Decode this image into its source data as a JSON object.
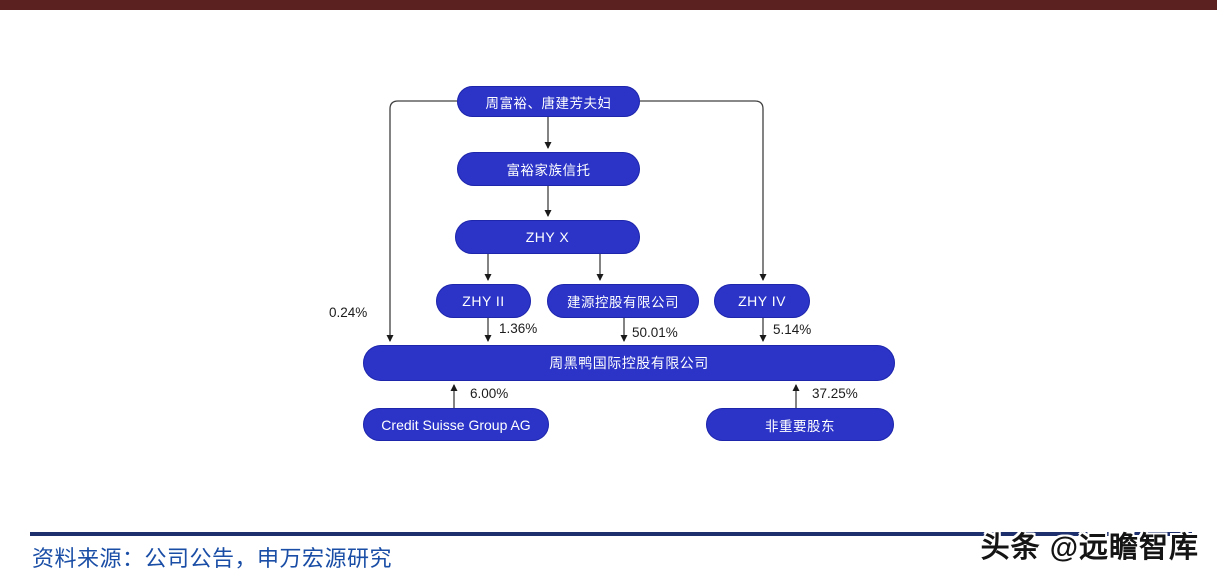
{
  "page": {
    "top_bar_color": "#5b2121",
    "background": "#ffffff"
  },
  "diagram": {
    "type": "org-structure",
    "node_color": "#2b34c7",
    "node_text_color": "#ffffff",
    "nodes": {
      "couple": "周富裕、唐建芳夫妇",
      "trust": "富裕家族信托",
      "zhyx": "ZHY X",
      "zhyii": "ZHY II",
      "jianyuan": "建源控股有限公司",
      "zhyiv": "ZHY IV",
      "holdco": "周黑鸭国际控股有限公司",
      "credit_suisse": "Credit Suisse Group AG",
      "minor_shareholders": "非重要股东"
    },
    "edges": [
      {
        "from": "couple",
        "to": "trust",
        "label": ""
      },
      {
        "from": "couple",
        "to": "holdco",
        "label": "0.24%"
      },
      {
        "from": "couple",
        "to": "zhyiv",
        "label": ""
      },
      {
        "from": "trust",
        "to": "zhyx",
        "label": ""
      },
      {
        "from": "zhyx",
        "to": "zhyii",
        "label": ""
      },
      {
        "from": "zhyx",
        "to": "jianyuan",
        "label": ""
      },
      {
        "from": "zhyii",
        "to": "holdco",
        "label": "1.36%"
      },
      {
        "from": "jianyuan",
        "to": "holdco",
        "label": "50.01%"
      },
      {
        "from": "zhyiv",
        "to": "holdco",
        "label": "5.14%"
      },
      {
        "from": "credit_suisse",
        "to": "holdco",
        "label": "6.00%"
      },
      {
        "from": "minor_shareholders",
        "to": "holdco",
        "label": "37.25%"
      }
    ]
  },
  "footer": {
    "source": "资料来源：公司公告，申万宏源研究",
    "watermark": "头条 @远瞻智库"
  }
}
